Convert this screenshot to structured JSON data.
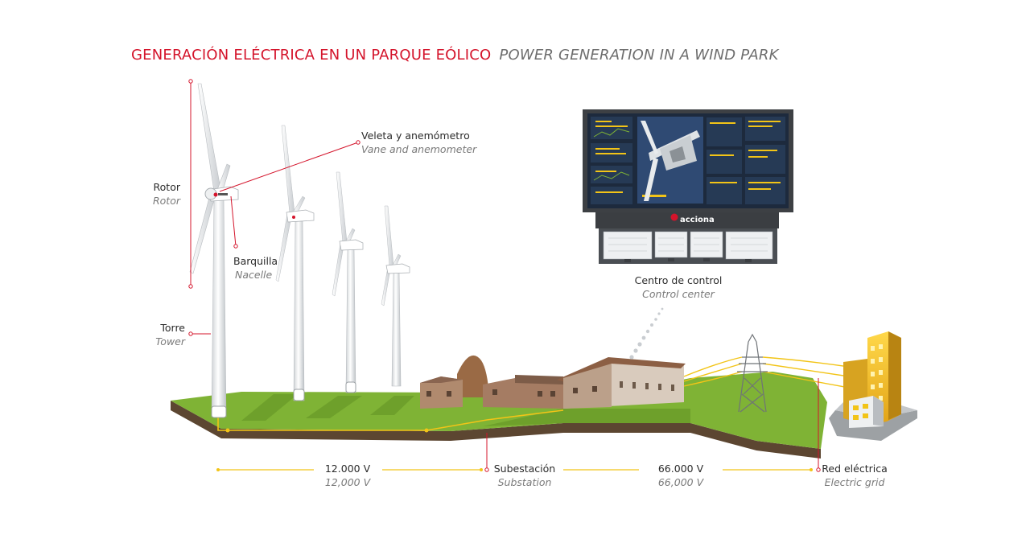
{
  "title": {
    "es": "GENERACIÓN ELÉCTRICA EN UN PARQUE EÓLICO",
    "en": "POWER GENERATION IN A WIND PARK"
  },
  "labels": {
    "rotor": {
      "es": "Rotor",
      "en": "Rotor"
    },
    "vane": {
      "es": "Veleta y anemómetro",
      "en": "Vane and anemometer"
    },
    "nacelle": {
      "es": "Barquilla",
      "en": "Nacelle"
    },
    "tower": {
      "es": "Torre",
      "en": "Tower"
    },
    "control": {
      "es": "Centro de control",
      "en": "Control center"
    },
    "v12": {
      "es": "12.000 V",
      "en": "12,000 V"
    },
    "substation": {
      "es": "Subestación",
      "en": "Substation"
    },
    "v66": {
      "es": "66.000 V",
      "en": "66,000 V"
    },
    "grid": {
      "es": "Red eléctrica",
      "en": "Electric grid"
    }
  },
  "brand": "acciona",
  "colors": {
    "accent_red": "#d4142b",
    "grass": "#7fb335",
    "soil": "#5c4631",
    "power_line": "#f2c417",
    "screen_bg": "#1d2a3d"
  }
}
